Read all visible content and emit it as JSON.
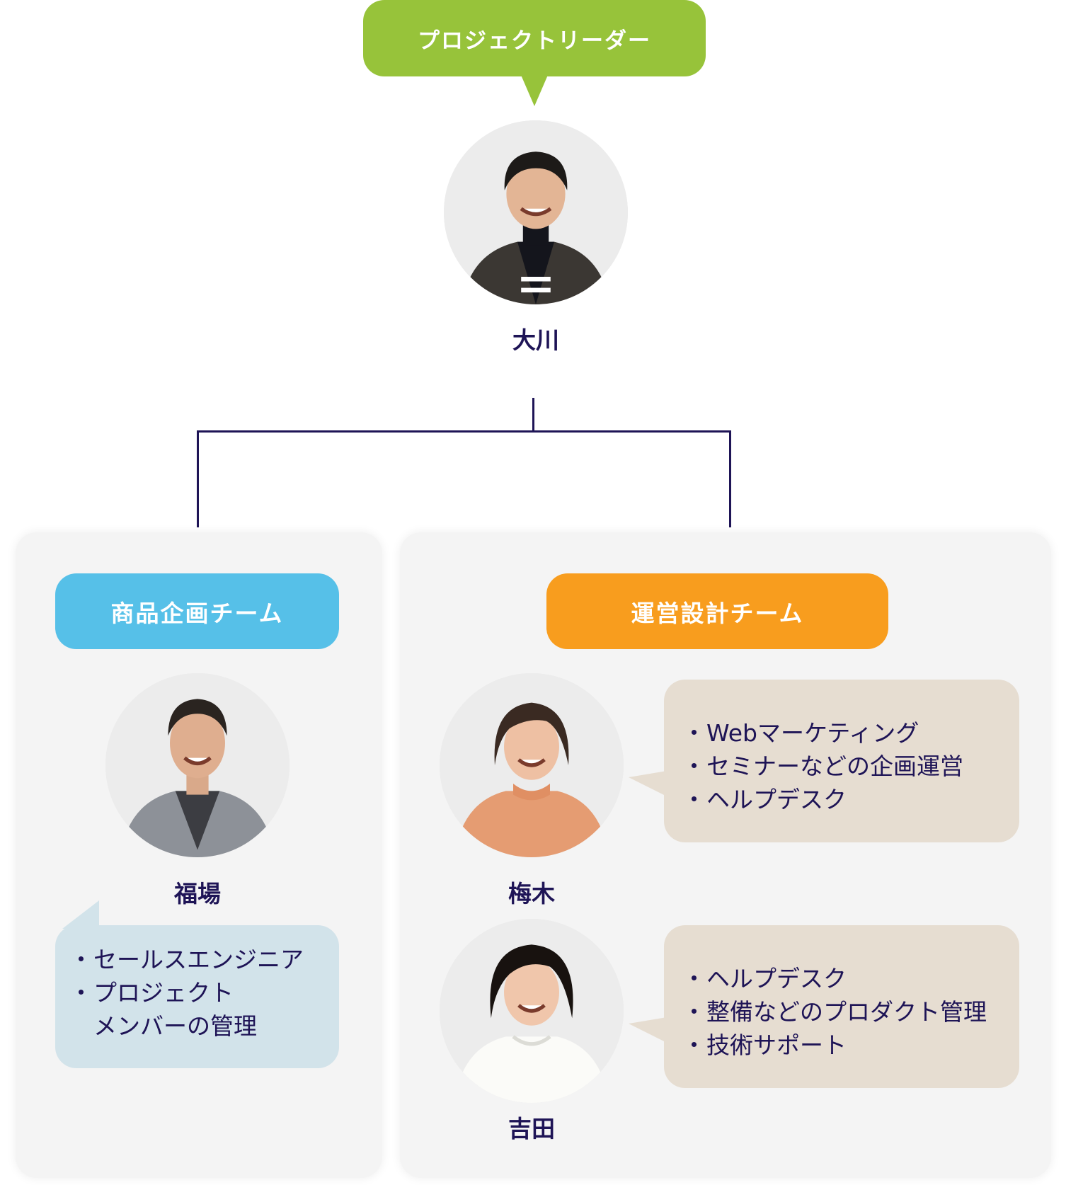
{
  "leader": {
    "role_label": "プロジェクトリーダー",
    "name": "大川"
  },
  "teams": [
    {
      "label": "商品企画チーム",
      "color": "#56c0e8",
      "members": [
        {
          "name": "福場",
          "roles": [
            "セールスエンジニア",
            "プロジェクト",
            "メンバーの管理"
          ]
        }
      ]
    },
    {
      "label": "運営設計チーム",
      "color": "#f89d1e",
      "members": [
        {
          "name": "梅木",
          "roles": [
            "Webマーケティング",
            "セミナーなどの企画運営",
            "ヘルプデスク"
          ]
        },
        {
          "name": "吉田",
          "roles": [
            "ヘルプデスク",
            "整備などのプロダクト管理",
            "技術サポート"
          ]
        }
      ]
    }
  ],
  "colors": {
    "leader_accent": "#97c33a",
    "text": "#1e1456",
    "panel_bg": "#f4f4f4",
    "bubble_tan": "#e6ddd1",
    "bubble_blue": "#d2e3ea"
  }
}
